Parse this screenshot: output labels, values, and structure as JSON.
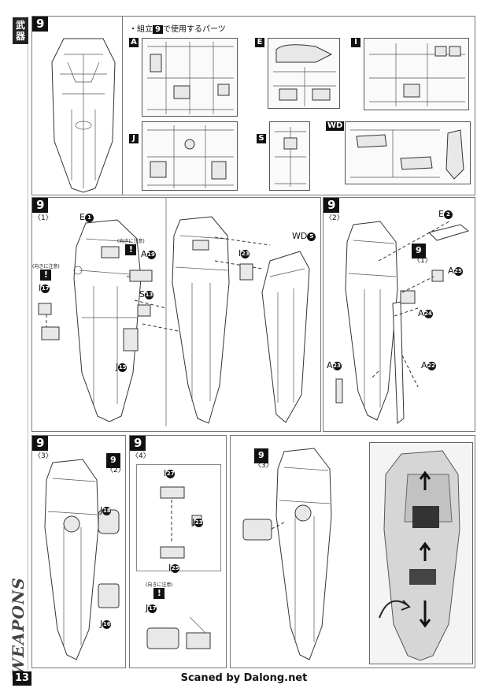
{
  "sidebar": {
    "category_kanji": "武器",
    "section_label": "WEAPONS"
  },
  "page_number": "13",
  "credit": "Scaned by Dalong.net",
  "step_main": "9",
  "parts": {
    "title_prefix": "・組立",
    "title_num": "9",
    "title_suffix": "で使用するパーツ",
    "sprues": [
      "A",
      "E",
      "I",
      "J",
      "S",
      "WD"
    ]
  },
  "warning_text": "(向きに注意)",
  "steps": {
    "s1": {
      "num": "9",
      "sub": "〈1〉"
    },
    "s2": {
      "num": "9",
      "sub": "〈2〉"
    },
    "s3": {
      "num": "9",
      "sub": "〈3〉"
    },
    "s4": {
      "num": "9",
      "sub": "〈4〉"
    }
  },
  "callouts": {
    "s1": [
      "E",
      "A",
      "I",
      "S",
      "J"
    ],
    "s1_nums": [
      "1",
      "19",
      "17",
      "13",
      "15"
    ],
    "s1b": [
      "I",
      "WD"
    ],
    "s1b_nums": [
      "23",
      "5"
    ],
    "s2": [
      "E",
      "A",
      "A",
      "A",
      "A"
    ],
    "s2_nums": [
      "2",
      "25",
      "24",
      "23",
      "22"
    ],
    "s2_ref": {
      "num": "9",
      "sub": "〈1〉"
    },
    "s3": [
      "J",
      "J"
    ],
    "s3_nums": [
      "18",
      "16"
    ],
    "s3_ref": {
      "num": "9",
      "sub": "〈2〉"
    },
    "s4": [
      "I",
      "J",
      "I",
      "J"
    ],
    "s4_nums": [
      "27",
      "23",
      "25",
      "17"
    ],
    "s5_ref": {
      "num": "9",
      "sub": "〈3〉"
    }
  }
}
